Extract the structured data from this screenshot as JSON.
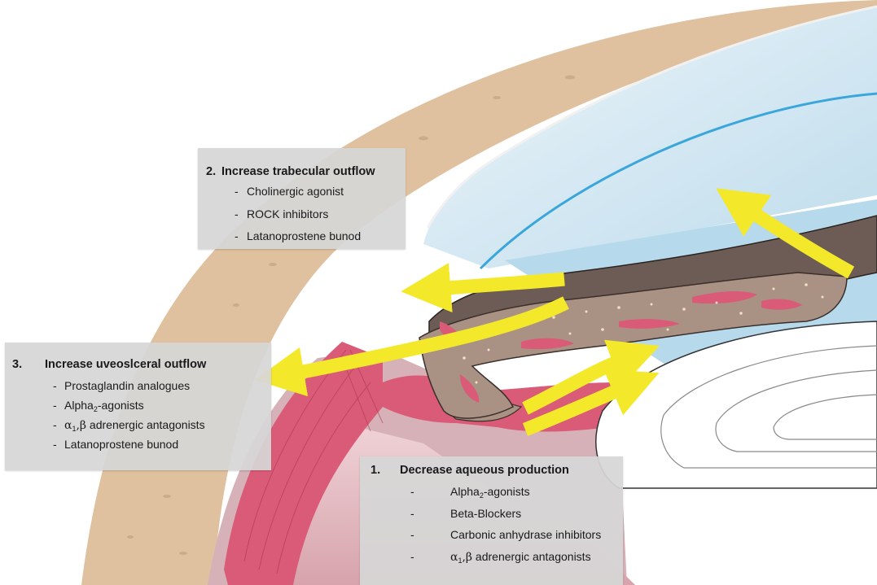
{
  "boxes": {
    "trabecular": {
      "number": "2.",
      "title": "Increase trabecular outflow",
      "items": [
        "Cholinergic agonist",
        "ROCK inhibitors",
        "Latanoprostene bunod"
      ]
    },
    "uveoscleral": {
      "number": "3.",
      "title": "Increase uveoslceral outflow",
      "items": {
        "prostaglandin": "Prostaglandin analogues",
        "alpha2_prefix": "Alpha",
        "alpha2_sub": "2",
        "alpha2_suffix": "-agonists",
        "antagonist_alpha": "α",
        "antagonist_sub": "1",
        "antagonist_beta": ",β",
        "antagonist_text": " adrenergic antagonists",
        "latanoprostene": "Latanoprostene bunod"
      }
    },
    "production": {
      "number": "1.",
      "title": "Decrease aqueous production",
      "items": {
        "alpha2_prefix": "Alpha",
        "alpha2_sub": "2",
        "alpha2_suffix": "-agonists",
        "beta_blockers": "Beta-Blockers",
        "carbonic": "Carbonic anhydrase inhibitors",
        "antagonist_alpha": "α",
        "antagonist_sub": "1",
        "antagonist_beta": ",β",
        "antagonist_text": " adrenergic antagonists"
      }
    }
  },
  "bullet": "-",
  "colors": {
    "sclera": "#dfc19f",
    "cornea": "#cfe5f1",
    "cornea_line": "#3aa6dc",
    "iris": "#6d5c55",
    "trabecular": "#a99284",
    "ciliary_pink": "#d95b77",
    "arrow": "#f3e829",
    "lens": "#ffffff",
    "box": "#d6d6d6"
  }
}
